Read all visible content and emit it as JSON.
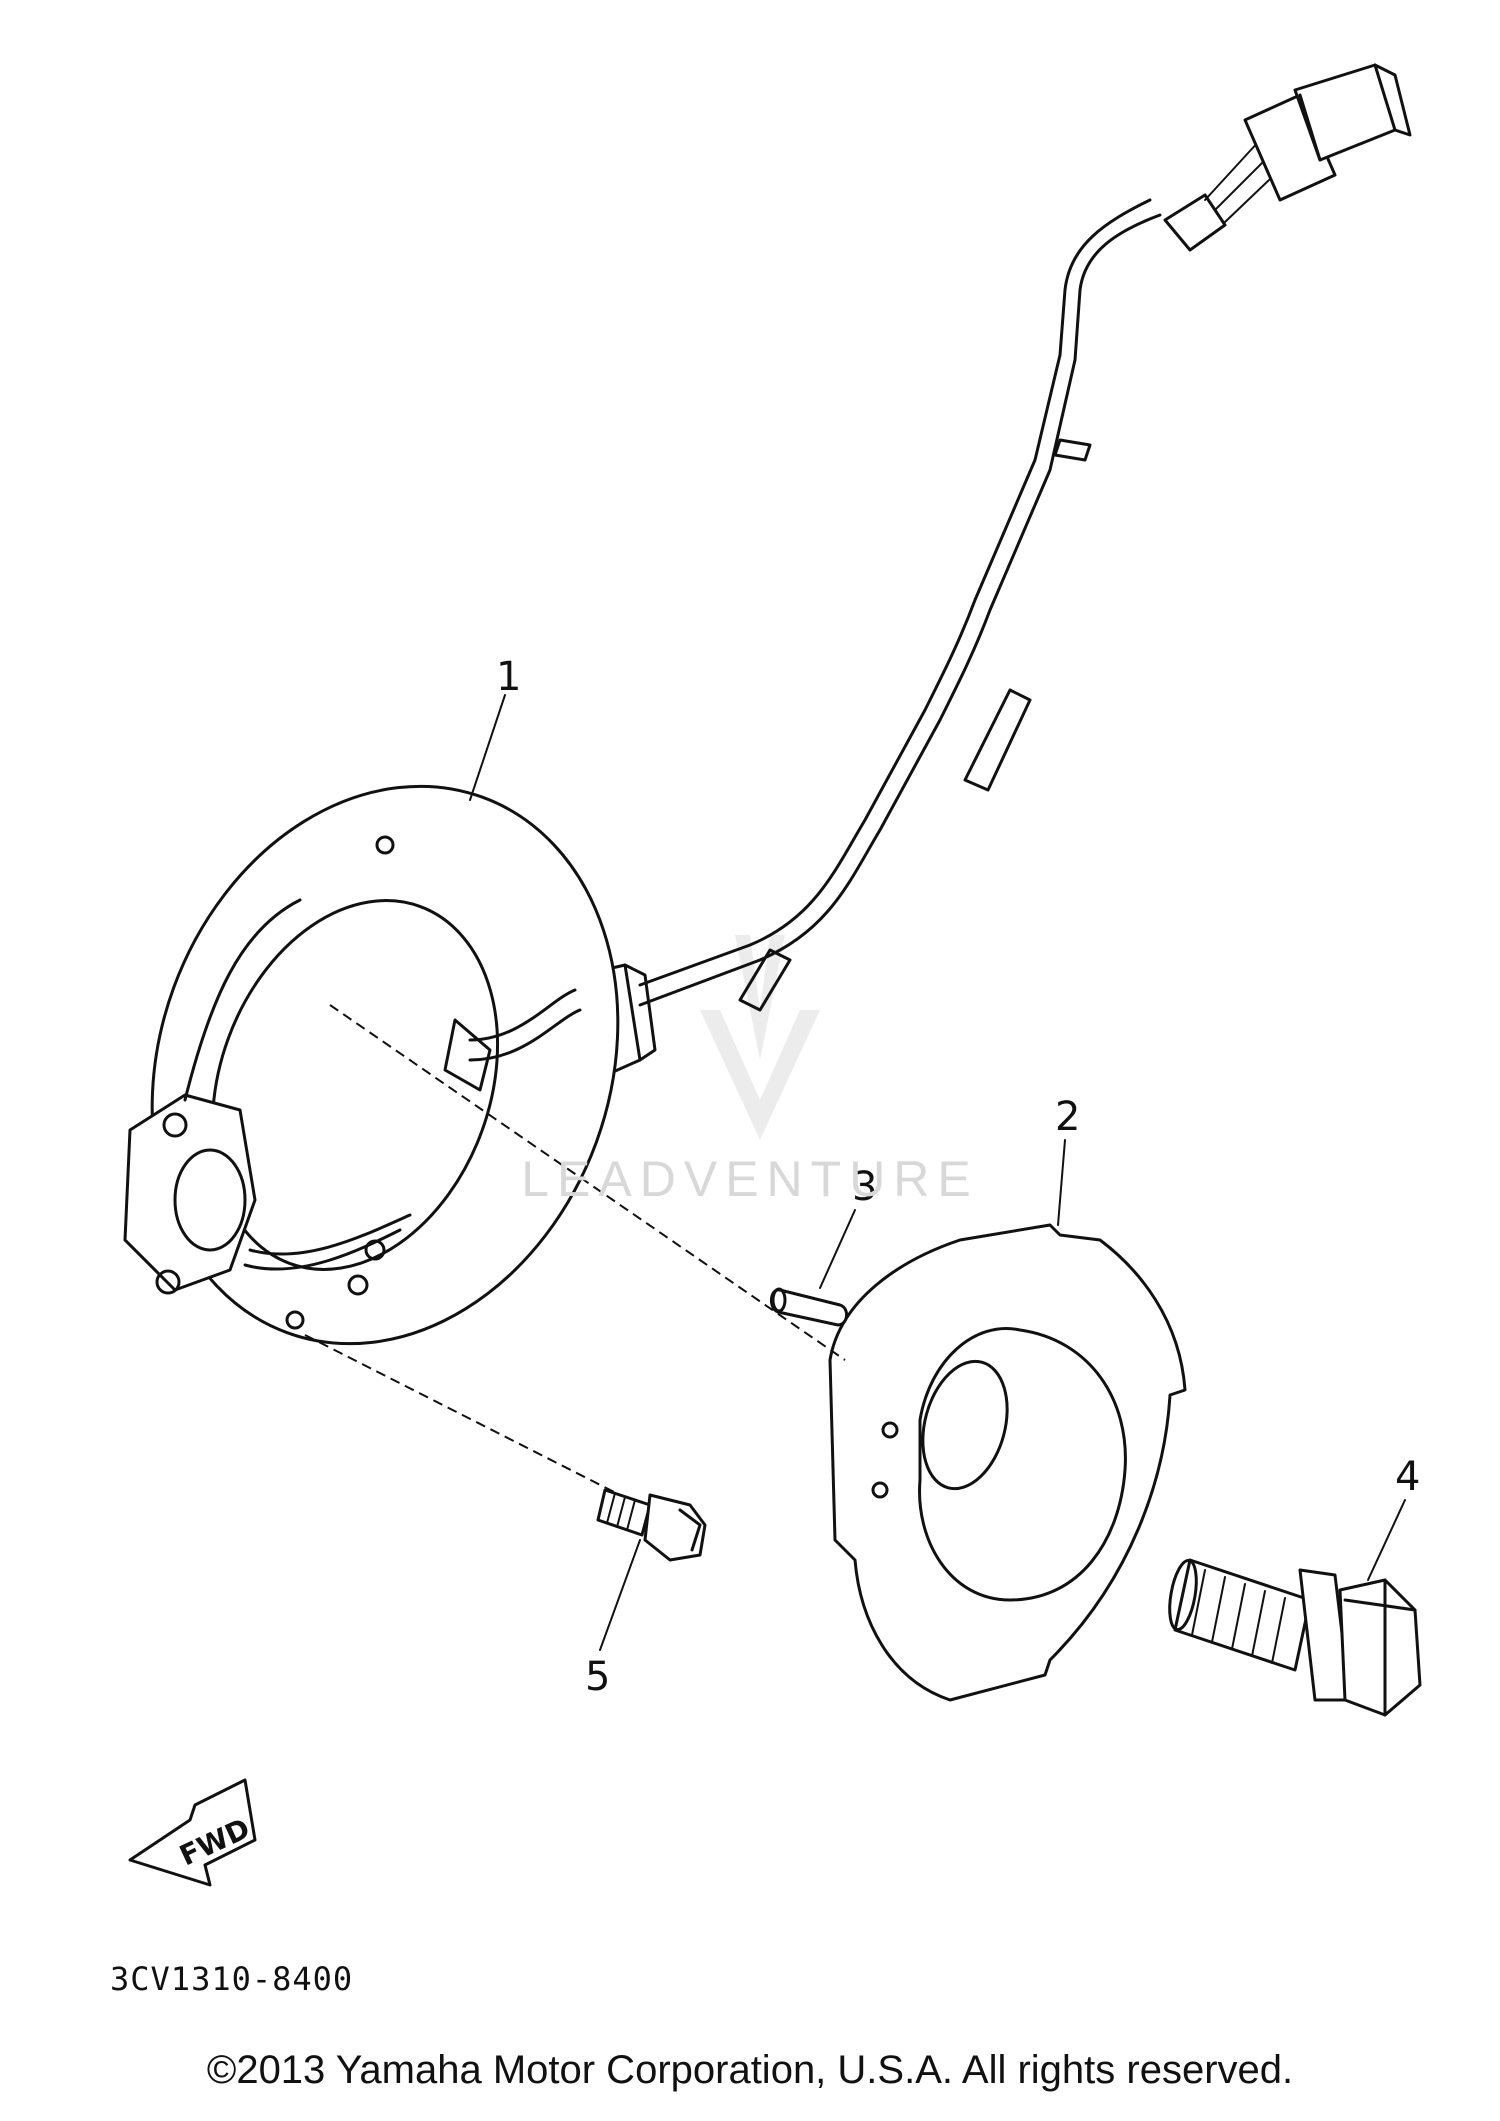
{
  "diagram": {
    "callouts": {
      "part_1": "1",
      "part_2": "2",
      "part_3": "3",
      "part_4": "4",
      "part_5": "5"
    },
    "fwd_label": "FWD",
    "diagram_code": "3CV1310-8400",
    "watermark": "LEADVENTURE",
    "copyright": "©2013 Yamaha Motor Corporation, U.S.A. All rights reserved."
  }
}
